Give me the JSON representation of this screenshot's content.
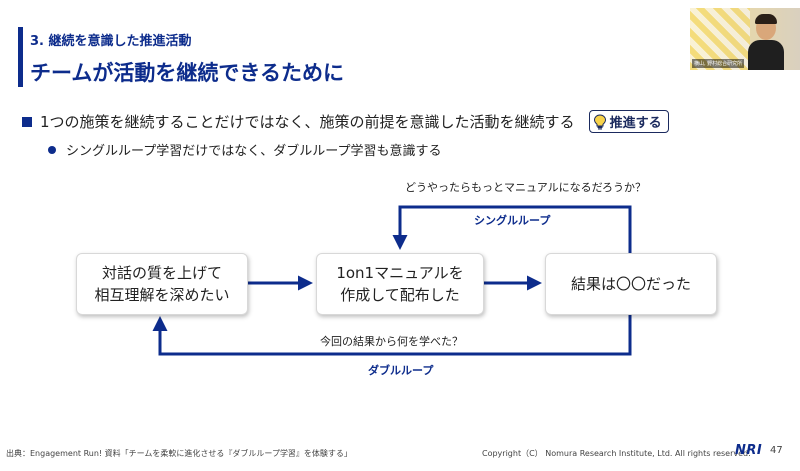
{
  "slide": {
    "section": "3. 継続を意識した推進活動",
    "title": "チームが活動を継続できるために"
  },
  "video": {
    "name_tag": "横山, 野村総合研究所"
  },
  "bullets": {
    "main": "1つの施策を継続することだけではなく、施策の前提を意識した活動を継続する",
    "badge": "推進する",
    "sub": "シングルループ学習だけではなく、ダブルループ学習も意識する"
  },
  "diagram": {
    "question_top": "どうやったらもっとマニュアルになるだろうか？",
    "single_loop": "シングルループ",
    "box1": "対話の質を上げて\n相互理解を深めたい",
    "box2": "1on1マニュアルを\n作成して配布した",
    "box3": "結果は〇〇だった",
    "question_bottom": "今回の結果から何を学べた？",
    "double_loop": "ダブルループ"
  },
  "footer": {
    "source": "出典：Engagement Run! 資料「チームを柔軟に進化させる『ダブルループ学習』を体験する」",
    "copyright": "Copyright（C） Nomura Research Institute, Ltd. All rights reserved.",
    "logo": "NRI",
    "page": "47"
  },
  "colors": {
    "accent": "#0d2c8c",
    "text": "#222222"
  }
}
